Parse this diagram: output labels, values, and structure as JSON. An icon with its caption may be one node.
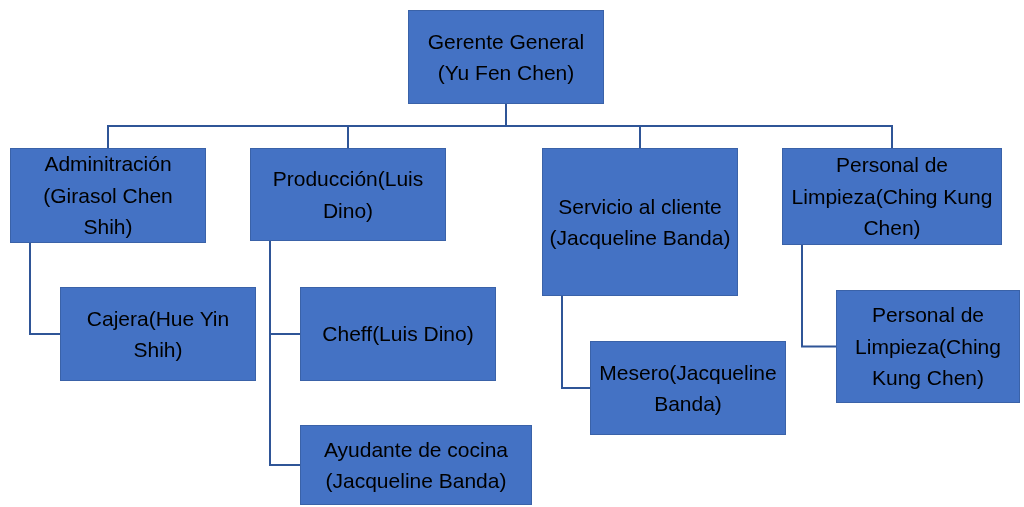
{
  "diagram": {
    "nodes": [
      {
        "text": [
          "Gerente General  (Yu Fen Chen)"
        ]
      },
      {
        "text": [
          "Adminitración (Girasol Chen Shih)"
        ]
      },
      {
        "text": [
          "Producción(Luis Dino)"
        ]
      },
      {
        "text": [
          "Servicio al cliente (Jacqueline Banda)"
        ]
      },
      {
        "text": [
          "Personal de Limpieza(Ching Kung Chen)"
        ]
      },
      {
        "text": [
          "Cajera(Hue Yin Shih)"
        ]
      },
      {
        "text": [
          "Cheff(Luis Dino)"
        ]
      },
      {
        "text": [
          "Ayudante de cocina (Jacqueline Banda)"
        ]
      },
      {
        "text": [
          "Mesero(Jacqueline Banda)"
        ]
      },
      {
        "text": [
          "Personal de Limpieza(Ching Kung Chen)"
        ]
      }
    ],
    "edges": [
      {
        "from": 0,
        "to": 1,
        "arrow": "none"
      },
      {
        "from": 0,
        "to": 2,
        "arrow": "none"
      },
      {
        "from": 0,
        "to": 3,
        "arrow": "none"
      },
      {
        "from": 0,
        "to": 4,
        "arrow": "none"
      },
      {
        "from": 1,
        "to": 5,
        "arrow": "none"
      },
      {
        "from": 2,
        "to": 6,
        "arrow": "none"
      },
      {
        "from": 2,
        "to": 7,
        "arrow": "none"
      },
      {
        "from": 3,
        "to": 8,
        "arrow": "none"
      },
      {
        "from": 4,
        "to": 9,
        "arrow": "none"
      }
    ]
  }
}
